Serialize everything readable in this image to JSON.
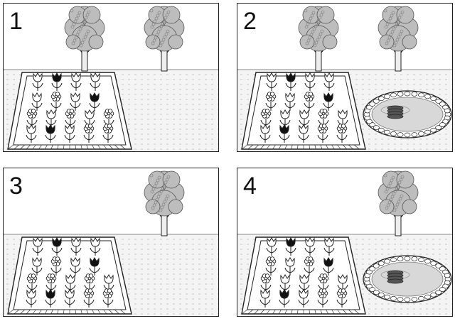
{
  "panels": [
    {
      "number": "1",
      "trees": 2,
      "pond": false,
      "rows": [
        [
          "tulip",
          "black-tulip",
          "tulip",
          "tulip"
        ],
        [
          "tulip",
          "flower",
          "tulip",
          "black-tulip"
        ],
        [
          "flower",
          "tulip",
          "flower",
          "tulip",
          "flower"
        ],
        [
          "tulip",
          "black-tulip",
          "tulip",
          "flower",
          "flower"
        ]
      ]
    },
    {
      "number": "2",
      "trees": 2,
      "pond": true,
      "rows": [
        [
          "tulip",
          "black-tulip",
          "tulip",
          "tulip"
        ],
        [
          "flower",
          "tulip",
          "flower",
          "black-tulip"
        ],
        [
          "flower",
          "tulip",
          "tulip",
          "flower",
          "tulip"
        ],
        [
          "tulip",
          "black-tulip",
          "tulip",
          "flower",
          "flower"
        ]
      ]
    },
    {
      "number": "3",
      "trees": 1,
      "pond": false,
      "rows": [
        [
          "tulip",
          "black-tulip",
          "tulip",
          "tulip"
        ],
        [
          "tulip",
          "flower",
          "tulip",
          "black-tulip"
        ],
        [
          "flower",
          "flower",
          "tulip",
          "flower",
          "tulip"
        ],
        [
          "tulip",
          "black-tulip",
          "tulip",
          "flower",
          "flower"
        ]
      ]
    },
    {
      "number": "4",
      "trees": 1,
      "pond": true,
      "rows": [
        [
          "tulip",
          "black-tulip",
          "tulip",
          "tulip"
        ],
        [
          "flower",
          "tulip",
          "flower",
          "black-tulip"
        ],
        [
          "flower",
          "tulip",
          "tulip",
          "flower",
          "tulip"
        ],
        [
          "tulip",
          "black-tulip",
          "tulip",
          "flower",
          "flower"
        ]
      ]
    }
  ],
  "colors": {
    "ground": "#f4f4f4",
    "tree": "#bdbdbd",
    "ink": "#222222"
  }
}
